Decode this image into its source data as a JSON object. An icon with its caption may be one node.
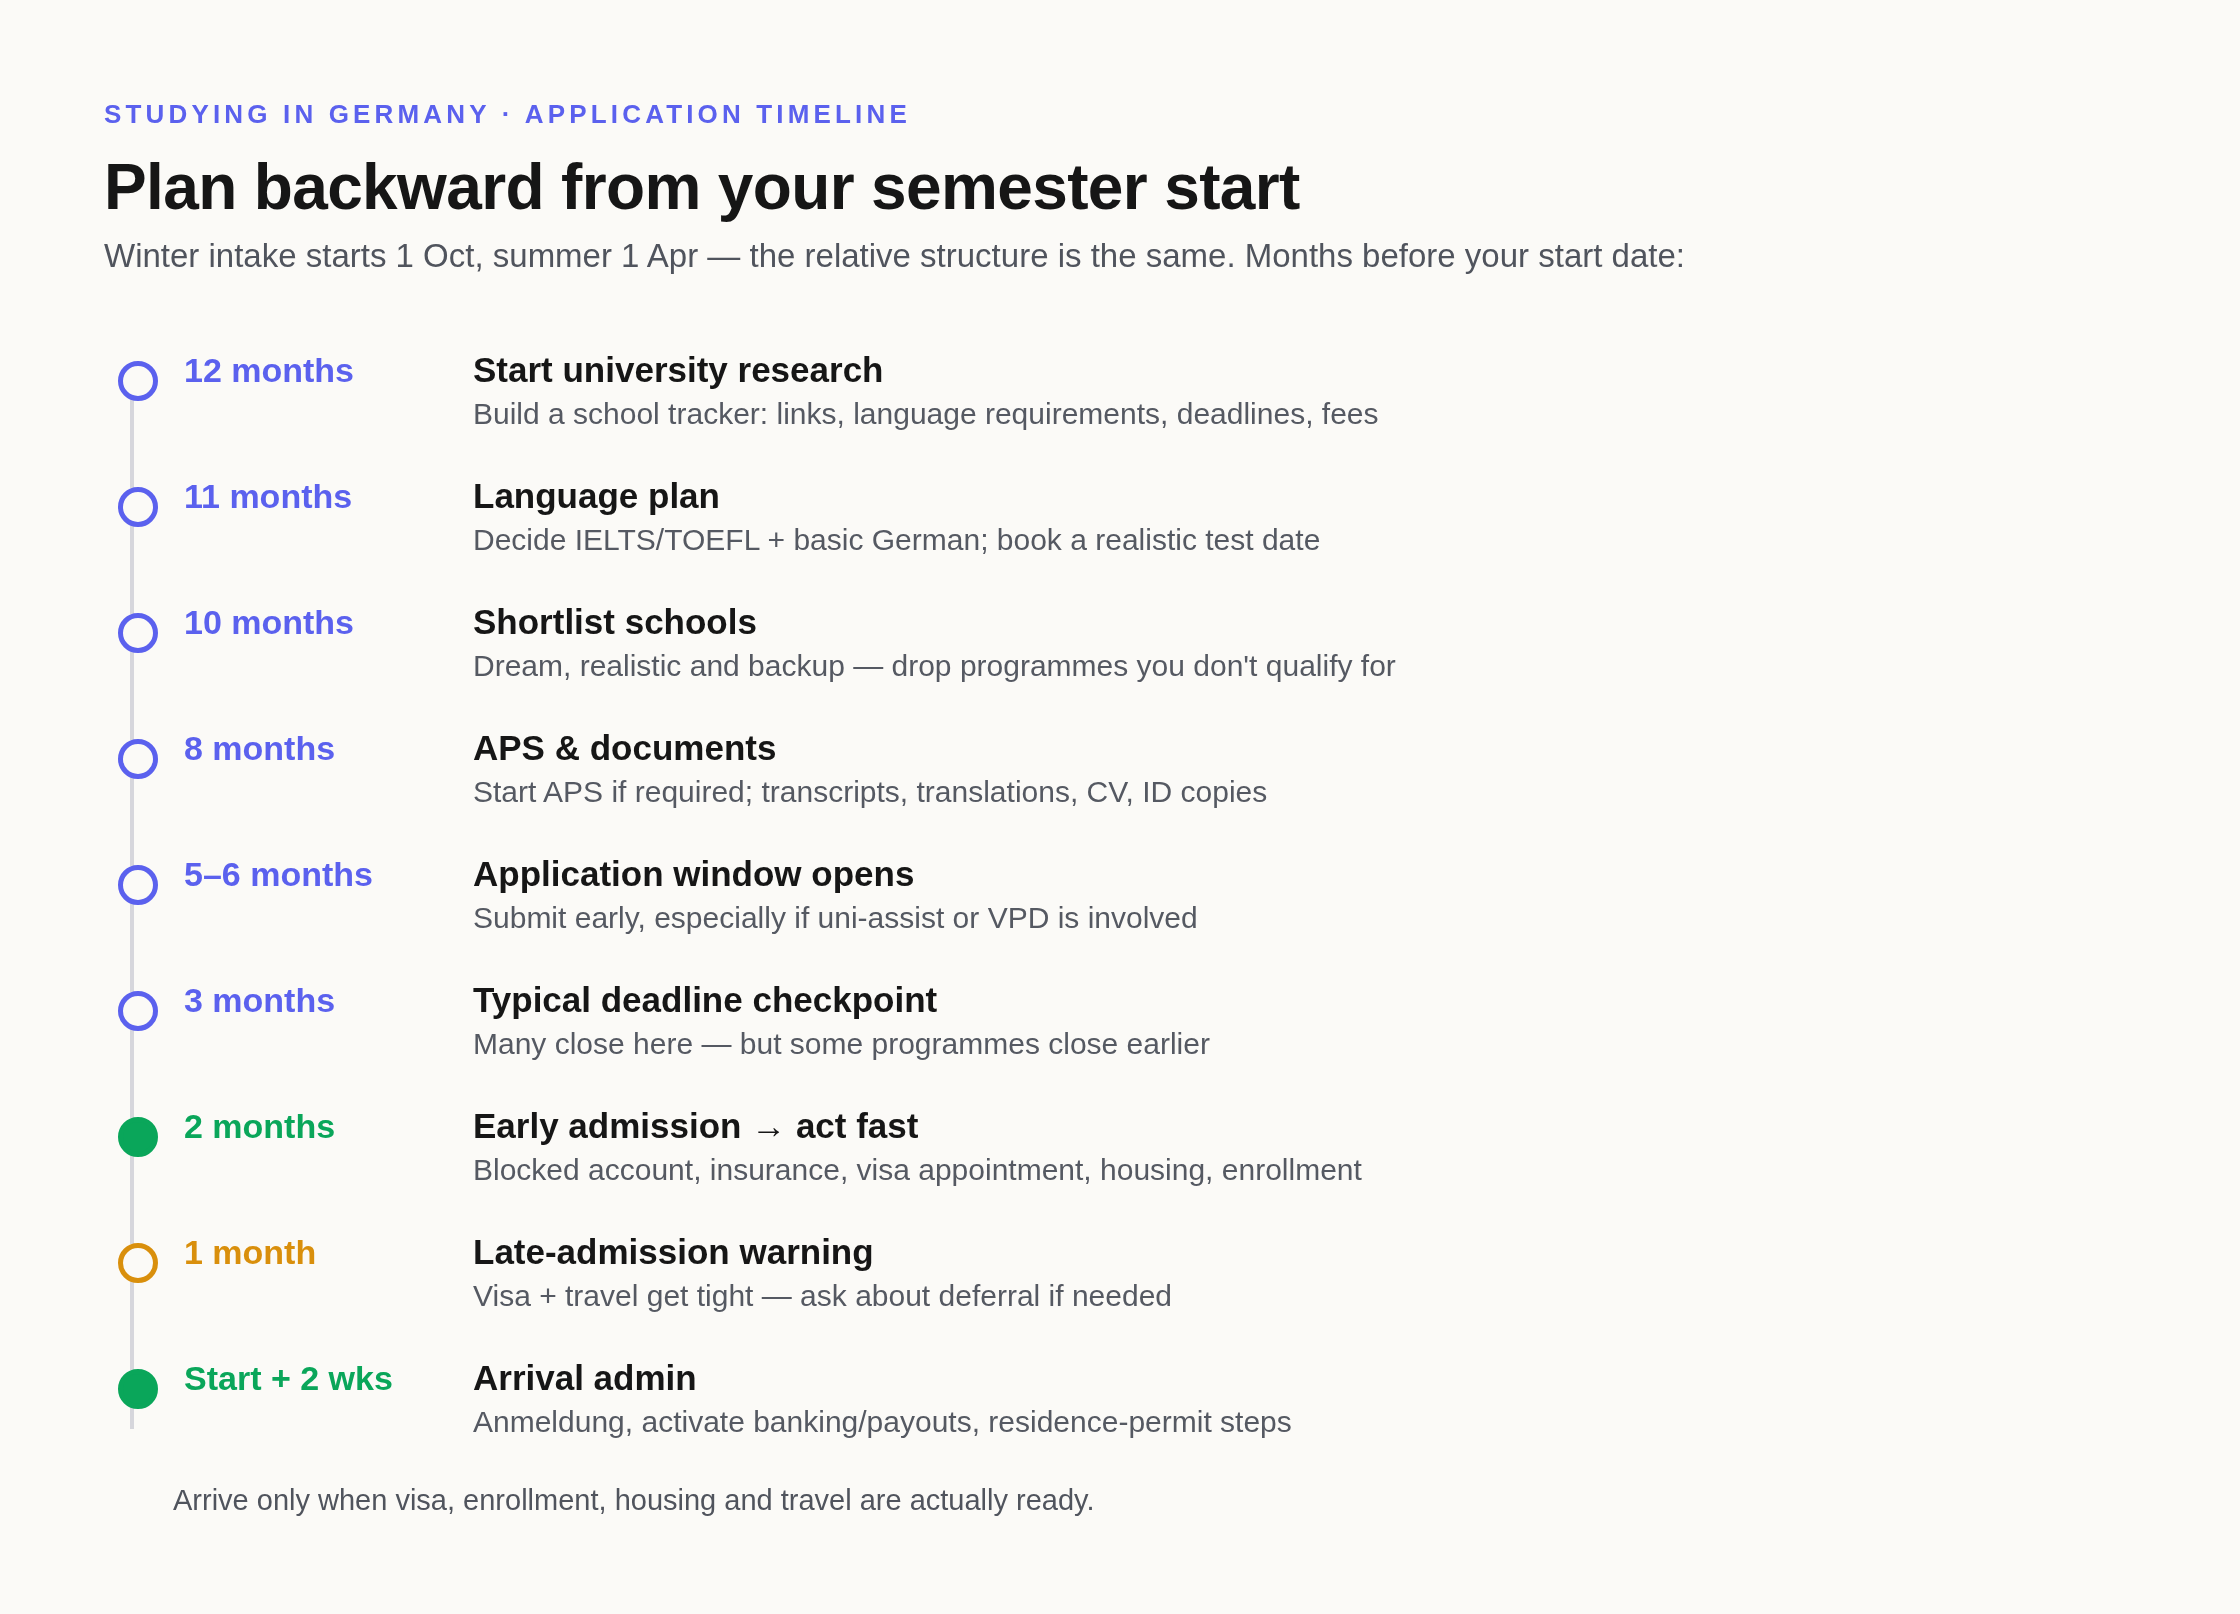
{
  "diagram": {
    "title": "Plan backward from your semester start",
    "caption": "Arrive only when visa, enrollment, housing and travel are actually ready.",
    "labels": [
      "STUDYING IN GERMANY · APPLICATION TIMELINE",
      "Winter intake starts 1 Oct, summer 1 Apr — the relative structure is the same. Months before your start date:"
    ],
    "nodes": [
      {
        "text": [],
        "shape": "circle",
        "beside": [
          "12 months",
          "Start university research",
          "Build a school tracker: links, language requirements, deadlines, fees"
        ]
      },
      {
        "text": [],
        "shape": "circle",
        "beside": [
          "11 months",
          "Language plan",
          "Decide IELTS/TOEFL + basic German; book a realistic test date"
        ]
      },
      {
        "text": [],
        "shape": "circle",
        "beside": [
          "10 months",
          "Shortlist schools",
          "Dream, realistic and backup — drop programmes you don't qualify for"
        ]
      },
      {
        "text": [],
        "shape": "circle",
        "beside": [
          "8 months",
          "APS & documents",
          "Start APS if required; transcripts, translations, CV, ID copies"
        ]
      },
      {
        "text": [],
        "shape": "circle",
        "beside": [
          "5–6 months",
          "Application window opens",
          "Submit early, especially if uni-assist or VPD is involved"
        ]
      },
      {
        "text": [],
        "shape": "circle",
        "beside": [
          "3 months",
          "Typical deadline checkpoint",
          "Many close here — but some programmes close earlier"
        ]
      },
      {
        "text": [],
        "shape": "dot",
        "beside": [
          "2 months",
          "Early admission → act fast",
          "Blocked account, insurance, visa appointment, housing, enrollment"
        ]
      },
      {
        "text": [],
        "shape": "circle",
        "beside": [
          "1 month",
          "Late-admission warning",
          "Visa + travel get tight — ask about deferral if needed"
        ]
      },
      {
        "text": [],
        "shape": "dot",
        "beside": [
          "Start + 2 wks",
          "Arrival admin",
          "Anmeldung, activate banking/payouts, residence-permit steps"
        ]
      }
    ],
    "edges": [
      {
        "from": 0,
        "to": 1,
        "arrow": "none"
      },
      {
        "from": 1,
        "to": 2,
        "arrow": "none"
      },
      {
        "from": 2,
        "to": 3,
        "arrow": "none"
      },
      {
        "from": 3,
        "to": 4,
        "arrow": "none"
      },
      {
        "from": 4,
        "to": 5,
        "arrow": "none"
      },
      {
        "from": 5,
        "to": 6,
        "arrow": "none"
      },
      {
        "from": 6,
        "to": 7,
        "arrow": "none"
      },
      {
        "from": 7,
        "to": 8,
        "arrow": "none"
      }
    ]
  }
}
